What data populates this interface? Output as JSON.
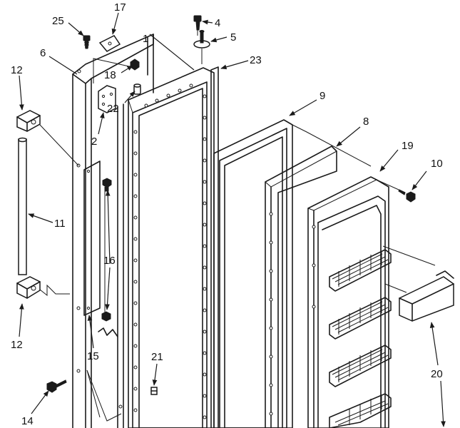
{
  "callouts": {
    "c1": "1",
    "c2": "2",
    "c4": "4",
    "c5": "5",
    "c6": "6",
    "c8": "8",
    "c9": "9",
    "c10": "10",
    "c11": "11",
    "c12a": "12",
    "c12b": "12",
    "c14": "14",
    "c15": "15",
    "c16": "16",
    "c17": "17",
    "c18": "18",
    "c19": "19",
    "c20": "20",
    "c21": "21",
    "c22": "22",
    "c23": "23",
    "c25": "25"
  }
}
